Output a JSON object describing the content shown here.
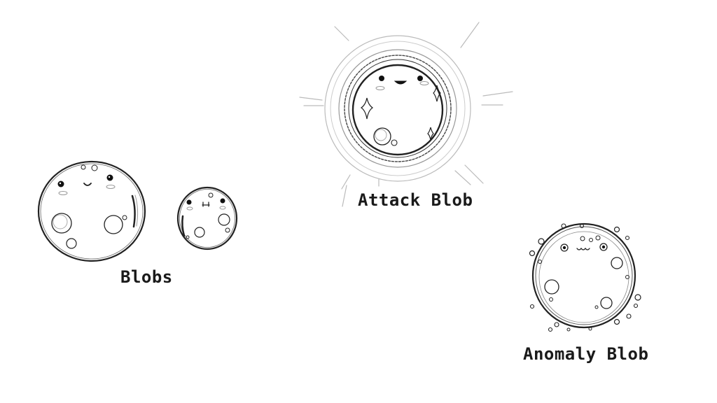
{
  "labels": {
    "blobs": "Blobs",
    "attack_blob": "Attack Blob",
    "anomaly_blob": "Anomaly Blob"
  },
  "style": {
    "background": "#ffffff",
    "ink": "#1a1a1a"
  }
}
